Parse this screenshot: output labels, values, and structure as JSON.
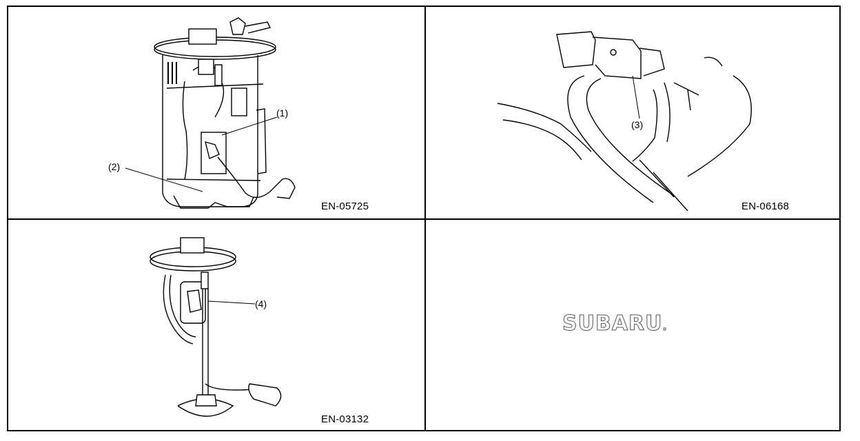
{
  "panels": [
    {
      "code": "EN-05725",
      "callouts": [
        "(1)",
        "(2)"
      ]
    },
    {
      "code": "EN-06168",
      "callouts": [
        "(3)"
      ]
    },
    {
      "code": "EN-03132",
      "callouts": [
        "(4)"
      ]
    },
    {
      "logo": "SUBARU",
      "logo_mark": "."
    }
  ]
}
